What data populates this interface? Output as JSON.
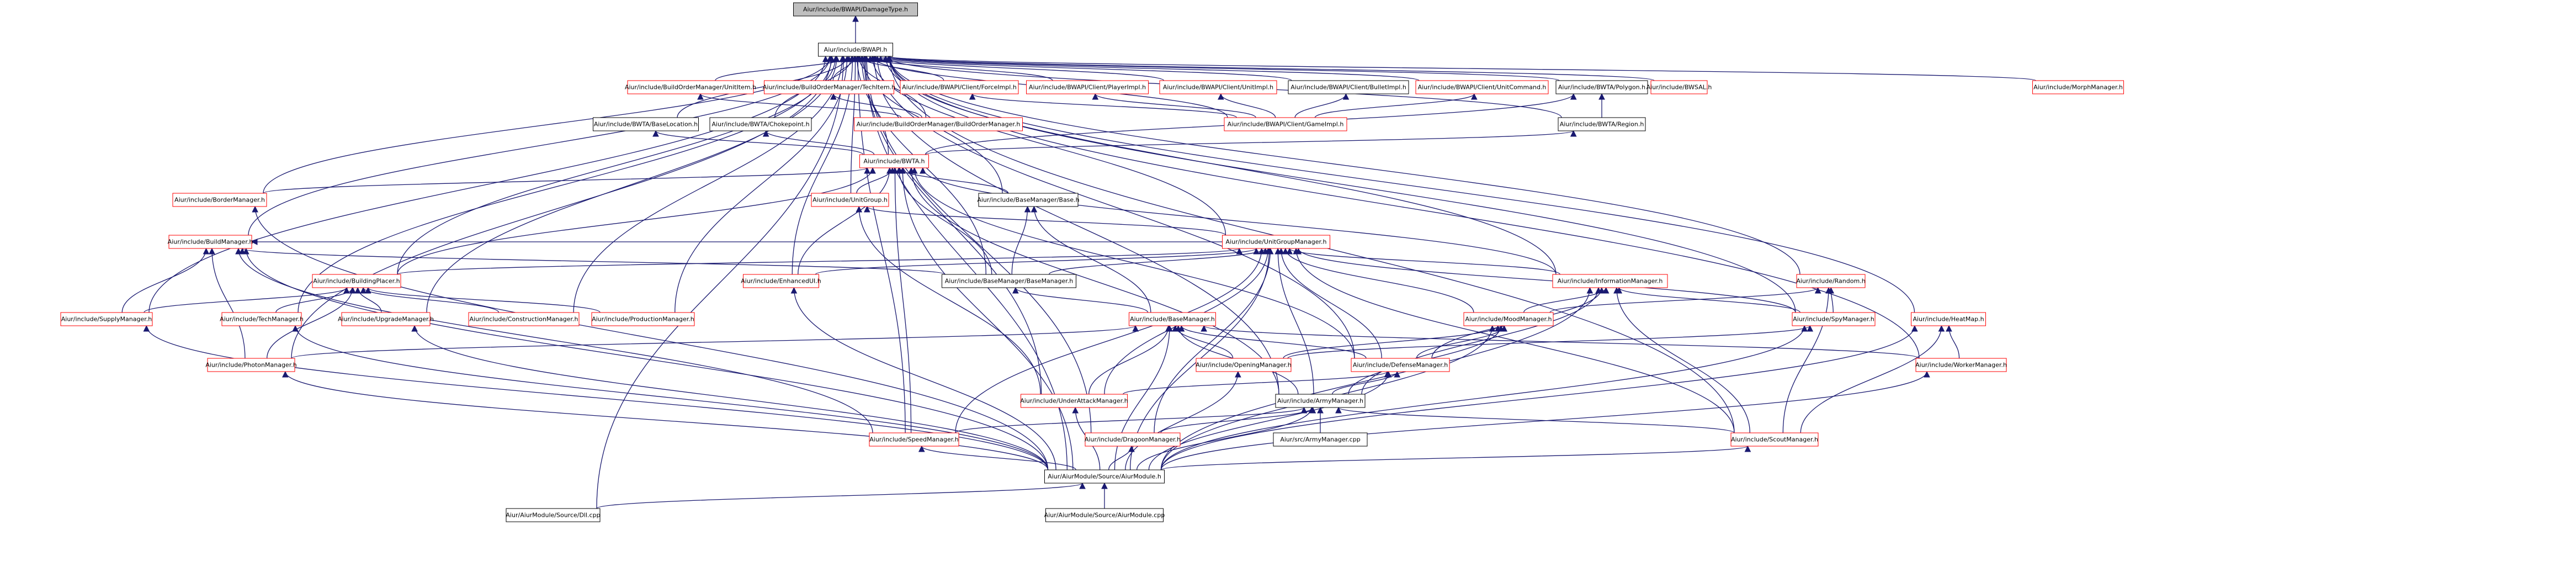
{
  "colors": {
    "edge": "#191970",
    "border_default": "#000000",
    "border_truncated": "#ff0000",
    "fill_default": "#ffffff",
    "fill_root": "#bfbfbf",
    "text": "#000000"
  },
  "nodes": [
    {
      "id": "root",
      "label": "Aiur/include/BWAPI/DamageType.h",
      "style": "root"
    },
    {
      "id": "bwapi",
      "label": "Aiur/include/BWAPI.h",
      "style": "normal"
    },
    {
      "id": "bom_unititem",
      "label": "Aiur/include/BuildOrderManager/UnitItem.h",
      "style": "truncated"
    },
    {
      "id": "bom_techitem",
      "label": "Aiur/include/BuildOrderManager/TechItem.h",
      "style": "truncated"
    },
    {
      "id": "client_forceimpl",
      "label": "Aiur/include/BWAPI/Client/ForceImpl.h",
      "style": "truncated"
    },
    {
      "id": "client_playerimpl",
      "label": "Aiur/include/BWAPI/Client/PlayerImpl.h",
      "style": "truncated"
    },
    {
      "id": "client_unitimpl",
      "label": "Aiur/include/BWAPI/Client/UnitImpl.h",
      "style": "truncated"
    },
    {
      "id": "client_bulletimpl",
      "label": "Aiur/include/BWAPI/Client/BulletImpl.h",
      "style": "normal"
    },
    {
      "id": "client_unitcommand",
      "label": "Aiur/include/BWAPI/Client/UnitCommand.h",
      "style": "truncated"
    },
    {
      "id": "bwta_polygon",
      "label": "Aiur/include/BWTA/Polygon.h",
      "style": "normal"
    },
    {
      "id": "bwsal",
      "label": "Aiur/include/BWSAL.h",
      "style": "truncated"
    },
    {
      "id": "morphmanager",
      "label": "Aiur/include/MorphManager.h",
      "style": "truncated"
    },
    {
      "id": "bwta_baselocation",
      "label": "Aiur/include/BWTA/BaseLocation.h",
      "style": "normal"
    },
    {
      "id": "bwta_chokepoint",
      "label": "Aiur/include/BWTA/Chokepoint.h",
      "style": "normal"
    },
    {
      "id": "bom_buildordermanager",
      "label": "Aiur/include/BuildOrderManager/BuildOrderManager.h",
      "style": "truncated"
    },
    {
      "id": "client_gameimpl",
      "label": "Aiur/include/BWAPI/Client/GameImpl.h",
      "style": "truncated"
    },
    {
      "id": "bwta_region",
      "label": "Aiur/include/BWTA/Region.h",
      "style": "normal"
    },
    {
      "id": "bwta",
      "label": "Aiur/include/BWTA.h",
      "style": "truncated"
    },
    {
      "id": "bordermanager",
      "label": "Aiur/include/BorderManager.h",
      "style": "truncated"
    },
    {
      "id": "unitgroup",
      "label": "Aiur/include/UnitGroup.h",
      "style": "truncated"
    },
    {
      "id": "basemanager_base",
      "label": "Aiur/include/BaseManager/Base.h",
      "style": "normal"
    },
    {
      "id": "buildmanager",
      "label": "Aiur/include/BuildManager.h",
      "style": "truncated"
    },
    {
      "id": "unitgroupmanager",
      "label": "Aiur/include/UnitGroupManager.h",
      "style": "truncated"
    },
    {
      "id": "buildingplacer",
      "label": "Aiur/include/BuildingPlacer.h",
      "style": "truncated"
    },
    {
      "id": "enhancedui",
      "label": "Aiur/include/EnhancedUI.h",
      "style": "truncated"
    },
    {
      "id": "basemanager_bm",
      "label": "Aiur/include/BaseManager/BaseManager.h",
      "style": "normal"
    },
    {
      "id": "informationmanager",
      "label": "Aiur/include/InformationManager.h",
      "style": "truncated"
    },
    {
      "id": "random",
      "label": "Aiur/include/Random.h",
      "style": "truncated"
    },
    {
      "id": "supplymanager",
      "label": "Aiur/include/SupplyManager.h",
      "style": "truncated"
    },
    {
      "id": "techmanager",
      "label": "Aiur/include/TechManager.h",
      "style": "truncated"
    },
    {
      "id": "upgrademanager",
      "label": "Aiur/include/UpgradeManager.h",
      "style": "truncated"
    },
    {
      "id": "constructionmanager",
      "label": "Aiur/include/ConstructionManager.h",
      "style": "truncated"
    },
    {
      "id": "productionmanager",
      "label": "Aiur/include/ProductionManager.h",
      "style": "truncated"
    },
    {
      "id": "basemanager",
      "label": "Aiur/include/BaseManager.h",
      "style": "truncated"
    },
    {
      "id": "moodmanager",
      "label": "Aiur/include/MoodManager.h",
      "style": "truncated"
    },
    {
      "id": "spymanager",
      "label": "Aiur/include/SpyManager.h",
      "style": "truncated"
    },
    {
      "id": "heatmap",
      "label": "Aiur/include/HeatMap.h",
      "style": "truncated"
    },
    {
      "id": "photonmanager",
      "label": "Aiur/include/PhotonManager.h",
      "style": "truncated"
    },
    {
      "id": "openingmanager",
      "label": "Aiur/include/OpeningManager.h",
      "style": "truncated"
    },
    {
      "id": "defensemanager",
      "label": "Aiur/include/DefenseManager.h",
      "style": "truncated"
    },
    {
      "id": "workermanager",
      "label": "Aiur/include/WorkerManager.h",
      "style": "truncated"
    },
    {
      "id": "underattackmanager",
      "label": "Aiur/include/UnderAttackManager.h",
      "style": "truncated"
    },
    {
      "id": "armymanager",
      "label": "Aiur/include/ArmyManager.h",
      "style": "normal"
    },
    {
      "id": "speedmanager",
      "label": "Aiur/include/SpeedManager.h",
      "style": "truncated"
    },
    {
      "id": "dragoonmanager",
      "label": "Aiur/include/DragoonManager.h",
      "style": "truncated"
    },
    {
      "id": "armymanager_cpp",
      "label": "Aiur/src/ArmyManager.cpp",
      "style": "normal"
    },
    {
      "id": "scoutmanager",
      "label": "Aiur/include/ScoutManager.h",
      "style": "truncated"
    },
    {
      "id": "aiurmodule_h",
      "label": "Aiur/AiurModule/Source/AiurModule.h",
      "style": "normal"
    },
    {
      "id": "dll_cpp",
      "label": "Aiur/AiurModule/Source/Dll.cpp",
      "style": "normal"
    },
    {
      "id": "aiurmodule_cpp",
      "label": "Aiur/AiurModule/Source/AiurModule.cpp",
      "style": "normal"
    }
  ],
  "edges": [
    [
      "bwapi",
      "root"
    ],
    [
      "bom_unititem",
      "bwapi"
    ],
    [
      "bom_techitem",
      "bwapi"
    ],
    [
      "client_forceimpl",
      "bwapi"
    ],
    [
      "client_playerimpl",
      "bwapi"
    ],
    [
      "client_unitimpl",
      "bwapi"
    ],
    [
      "client_bulletimpl",
      "bwapi"
    ],
    [
      "client_unitcommand",
      "bwapi"
    ],
    [
      "bwta_polygon",
      "bwapi"
    ],
    [
      "bwsal",
      "bwapi"
    ],
    [
      "morphmanager",
      "bwapi"
    ],
    [
      "bwta_baselocation",
      "bwapi"
    ],
    [
      "bwta_chokepoint",
      "bwapi"
    ],
    [
      "bom_buildordermanager",
      "bwapi"
    ],
    [
      "client_gameimpl",
      "bwapi"
    ],
    [
      "bwta_region",
      "bwapi"
    ],
    [
      "bwta",
      "bwapi"
    ],
    [
      "bordermanager",
      "bwapi"
    ],
    [
      "unitgroup",
      "bwapi"
    ],
    [
      "basemanager_base",
      "bwapi"
    ],
    [
      "buildmanager",
      "bwapi"
    ],
    [
      "unitgroupmanager",
      "bwapi"
    ],
    [
      "buildingplacer",
      "bwapi"
    ],
    [
      "enhancedui",
      "bwapi"
    ],
    [
      "basemanager_bm",
      "bwapi"
    ],
    [
      "informationmanager",
      "bwapi"
    ],
    [
      "random",
      "bwapi"
    ],
    [
      "supplymanager",
      "bwapi"
    ],
    [
      "techmanager",
      "bwapi"
    ],
    [
      "upgrademanager",
      "bwapi"
    ],
    [
      "constructionmanager",
      "bwapi"
    ],
    [
      "productionmanager",
      "bwapi"
    ],
    [
      "spymanager",
      "bwapi"
    ],
    [
      "heatmap",
      "bwapi"
    ],
    [
      "photonmanager",
      "bwapi"
    ],
    [
      "defensemanager",
      "bwapi"
    ],
    [
      "workermanager",
      "bwapi"
    ],
    [
      "underattackmanager",
      "bwapi"
    ],
    [
      "armymanager",
      "bwapi"
    ],
    [
      "speedmanager",
      "bwapi"
    ],
    [
      "dragoonmanager",
      "bwapi"
    ],
    [
      "scoutmanager",
      "bwapi"
    ],
    [
      "aiurmodule_h",
      "bwapi"
    ],
    [
      "dll_cpp",
      "bwapi"
    ],
    [
      "bom_buildordermanager",
      "bom_unititem"
    ],
    [
      "bom_buildordermanager",
      "bom_techitem"
    ],
    [
      "client_gameimpl",
      "client_forceimpl"
    ],
    [
      "client_gameimpl",
      "client_playerimpl"
    ],
    [
      "client_gameimpl",
      "client_unitimpl"
    ],
    [
      "client_gameimpl",
      "client_bulletimpl"
    ],
    [
      "client_gameimpl",
      "client_unitcommand"
    ],
    [
      "bwta_region",
      "bwta_polygon"
    ],
    [
      "bwta",
      "bwta_polygon"
    ],
    [
      "bwta",
      "bwta_baselocation"
    ],
    [
      "bwta",
      "bwta_chokepoint"
    ],
    [
      "bwta",
      "bwta_region"
    ],
    [
      "bordermanager",
      "bwta"
    ],
    [
      "unitgroup",
      "bwta"
    ],
    [
      "basemanager_base",
      "bwta"
    ],
    [
      "buildingplacer",
      "bwta"
    ],
    [
      "enhancedui",
      "bwta"
    ],
    [
      "basemanager_bm",
      "bwta"
    ],
    [
      "informationmanager",
      "bwta"
    ],
    [
      "defensemanager",
      "bwta"
    ],
    [
      "armymanager",
      "bwta"
    ],
    [
      "speedmanager",
      "bwta"
    ],
    [
      "aiurmodule_h",
      "bwta"
    ],
    [
      "aiurmodule_h",
      "bordermanager"
    ],
    [
      "unitgroupmanager",
      "unitgroup"
    ],
    [
      "underattackmanager",
      "unitgroup"
    ],
    [
      "basemanager_bm",
      "basemanager_base"
    ],
    [
      "basemanager",
      "basemanager_base"
    ],
    [
      "buildingplacer",
      "unitgroupmanager"
    ],
    [
      "enhancedui",
      "unitgroupmanager"
    ],
    [
      "basemanager_bm",
      "unitgroupmanager"
    ],
    [
      "informationmanager",
      "unitgroupmanager"
    ],
    [
      "moodmanager",
      "unitgroupmanager"
    ],
    [
      "spymanager",
      "unitgroupmanager"
    ],
    [
      "defensemanager",
      "unitgroupmanager"
    ],
    [
      "underattackmanager",
      "unitgroupmanager"
    ],
    [
      "armymanager",
      "unitgroupmanager"
    ],
    [
      "speedmanager",
      "unitgroupmanager"
    ],
    [
      "dragoonmanager",
      "unitgroupmanager"
    ],
    [
      "scoutmanager",
      "unitgroupmanager"
    ],
    [
      "aiurmodule_h",
      "unitgroupmanager"
    ],
    [
      "basemanager_bm",
      "buildmanager"
    ],
    [
      "unitgroupmanager",
      "buildmanager"
    ],
    [
      "supplymanager",
      "buildmanager"
    ],
    [
      "photonmanager",
      "buildmanager"
    ],
    [
      "speedmanager",
      "buildmanager"
    ],
    [
      "aiurmodule_h",
      "buildmanager"
    ],
    [
      "supplymanager",
      "buildingplacer"
    ],
    [
      "techmanager",
      "buildingplacer"
    ],
    [
      "upgrademanager",
      "buildingplacer"
    ],
    [
      "constructionmanager",
      "buildingplacer"
    ],
    [
      "productionmanager",
      "buildingplacer"
    ],
    [
      "photonmanager",
      "buildingplacer"
    ],
    [
      "aiurmodule_h",
      "enhancedui"
    ],
    [
      "basemanager",
      "basemanager_bm"
    ],
    [
      "moodmanager",
      "informationmanager"
    ],
    [
      "spymanager",
      "informationmanager"
    ],
    [
      "defensemanager",
      "informationmanager"
    ],
    [
      "armymanager",
      "informationmanager"
    ],
    [
      "scoutmanager",
      "informationmanager"
    ],
    [
      "aiurmodule_h",
      "informationmanager"
    ],
    [
      "spymanager",
      "random"
    ],
    [
      "moodmanager",
      "random"
    ],
    [
      "scoutmanager",
      "random"
    ],
    [
      "aiurmodule_h",
      "supplymanager"
    ],
    [
      "aiurmodule_h",
      "techmanager"
    ],
    [
      "aiurmodule_h",
      "upgrademanager"
    ],
    [
      "photonmanager",
      "basemanager"
    ],
    [
      "openingmanager",
      "basemanager"
    ],
    [
      "defensemanager",
      "basemanager"
    ],
    [
      "underattackmanager",
      "basemanager"
    ],
    [
      "armymanager",
      "basemanager"
    ],
    [
      "workermanager",
      "basemanager"
    ],
    [
      "aiurmodule_h",
      "basemanager"
    ],
    [
      "openingmanager",
      "moodmanager"
    ],
    [
      "defensemanager",
      "moodmanager"
    ],
    [
      "armymanager",
      "moodmanager"
    ],
    [
      "aiurmodule_h",
      "moodmanager"
    ],
    [
      "openingmanager",
      "spymanager"
    ],
    [
      "aiurmodule_h",
      "spymanager"
    ],
    [
      "workermanager",
      "heatmap"
    ],
    [
      "scoutmanager",
      "heatmap"
    ],
    [
      "aiurmodule_h",
      "heatmap"
    ],
    [
      "aiurmodule_h",
      "photonmanager"
    ],
    [
      "aiurmodule_h",
      "openingmanager"
    ],
    [
      "armymanager",
      "defensemanager"
    ],
    [
      "underattackmanager",
      "defensemanager"
    ],
    [
      "aiurmodule_h",
      "defensemanager"
    ],
    [
      "aiurmodule_h",
      "workermanager"
    ],
    [
      "aiurmodule_h",
      "underattackmanager"
    ],
    [
      "armymanager_cpp",
      "armymanager"
    ],
    [
      "aiurmodule_h",
      "armymanager"
    ],
    [
      "speedmanager",
      "armymanager"
    ],
    [
      "dragoonmanager",
      "armymanager"
    ],
    [
      "scoutmanager",
      "armymanager"
    ],
    [
      "aiurmodule_h",
      "speedmanager"
    ],
    [
      "aiurmodule_h",
      "dragoonmanager"
    ],
    [
      "aiurmodule_h",
      "scoutmanager"
    ],
    [
      "dll_cpp",
      "aiurmodule_h"
    ],
    [
      "aiurmodule_cpp",
      "aiurmodule_h"
    ]
  ]
}
